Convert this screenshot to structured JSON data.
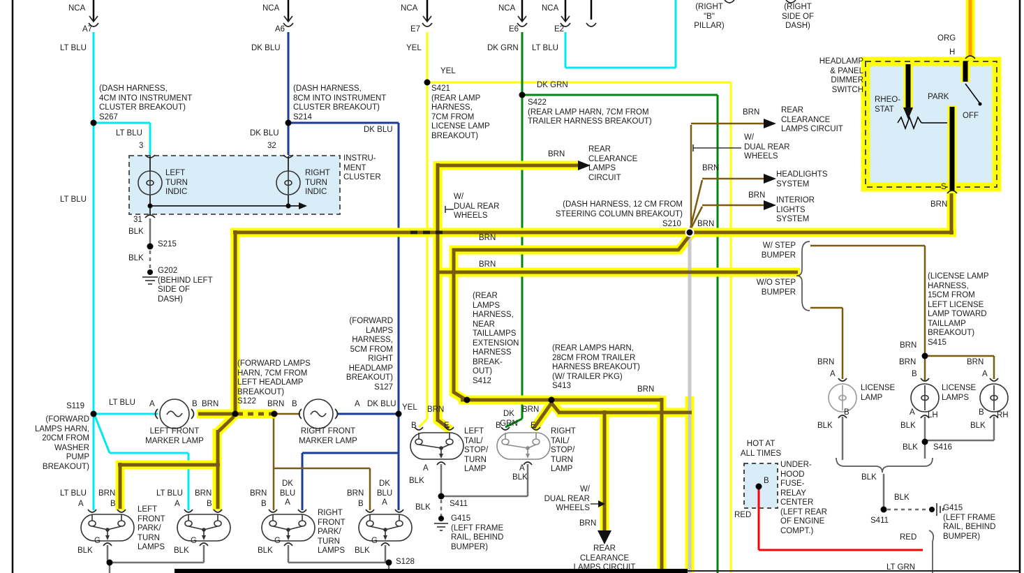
{
  "colors": {
    "highlight": "#ffff00",
    "wire_brown": "#7a5c10",
    "wire_lt_blue": "#00e8f0",
    "wire_dk_blue": "#1d3c96",
    "wire_yellow": "#ffff00",
    "wire_dk_green": "#008511",
    "wire_orange": "#ff9d00",
    "wire_red": "#ff0000",
    "wire_gray": "#707070",
    "component_fill": "#d9edf9"
  },
  "labels": {
    "nca_a7": "NCA",
    "pin_a7": "A7",
    "ltblu_a7": "LT BLU",
    "s267_note": "(DASH HARNESS,\n4CM INTO INSTRUMENT\nCLUSTER BREAKOUT)\nS267",
    "ltblu_3": "LT BLU",
    "pin_3": "3",
    "nca_a6": "NCA",
    "pin_a6": "A6",
    "dkblu_a6": "DK BLU",
    "s214_note": "(DASH HARNESS,\n8CM INTO INSTRUMENT\nCLUSTER BREAKOUT)\nS214",
    "dkblu_32": "DK BLU",
    "pin_32": "32",
    "dkblu_cluster": "DK BLU",
    "instrument_cluster": "INSTRU-\nMENT\nCLUSTER",
    "left_turn_indic": "LEFT\nTURN\nINDIC",
    "right_turn_indic": "RIGHT\nTURN\nINDIC",
    "pin_31": "31",
    "blk_31": "BLK",
    "s215": "S215",
    "blk_215": "BLK",
    "g202_note": "G202\n(BEHIND LEFT\nSIDE OF\nDASH)",
    "ltblu_trunk": "LT BLU",
    "nca_e7": "NCA",
    "pin_e7": "E7",
    "yel_e7": "YEL",
    "yel_s421": "YEL",
    "s421_note": "S421\n(REAR LAMP\nHARNESS,\n7CM FROM\nLICENSE LAMP\nBREAKOUT)",
    "nca_e6": "NCA",
    "pin_e6": "E6",
    "dkgrn_e6": "DK GRN",
    "dkgrn_s422": "DK GRN",
    "s422_note": "S422\n(REAR LAMP HARN, 7CM FROM\nTRAILER HARNESS BREAKOUT)",
    "nca_e2": "NCA",
    "pin_e2": "E2",
    "ltblu_e2": "LT BLU",
    "right_b_pillar": "(RIGHT\n\"B\"\nPILLAR)",
    "right_side_dash": "(RIGHT\nSIDE OF\nDASH)",
    "org": "ORG",
    "h_term": "H",
    "dimmer_switch": "HEADLAMP\n& PANEL\nDIMMER\nSWITCH",
    "rheostat": "RHEO-\nSTAT",
    "park": "PARK",
    "off": "OFF",
    "s_term": "S",
    "brn_s": "BRN",
    "rear_clear1": "REAR\nCLEARANCE\nLAMPS\nCIRCUIT",
    "brn_rc1": "BRN",
    "rear_clear2": "REAR\nCLEARANCE\nLAMPS CIRCUIT",
    "brn_rc2": "BRN",
    "w_dual2": "W/\nDUAL REAR\nWHEELS",
    "brn_head": "BRN",
    "headlights_sys": "HEADLIGHTS\nSYSTEM",
    "brn_int": "BRN",
    "interior_sys": "INTERIOR\nLIGHTS\nSYSTEM",
    "dash12_note": "(DASH HARNESS, 12 CM FROM\nSTEERING COLUMN BREAKOUT)",
    "s210": "S210",
    "brn_s210": "BRN",
    "w_dual1": "W/\nDUAL REAR\nWHEELS",
    "brn_b1": "BRN",
    "brn_b2": "BRN",
    "w_step": "W/ STEP\nBUMPER",
    "wo_step": "W/O STEP\nBUMPER",
    "lic_note": "(LICENSE LAMP\nHARNESS,\n15CM FROM\nLEFT LICENSE\nLAMP TOWARD\nTAILLAMP\nBREAKOUT)\nS415",
    "brn_s415": "BRN",
    "brn_lic1": "BRN",
    "a_lic1": "A",
    "license_lamp": "LICENSE\nLAMP",
    "b_lic1": "B",
    "blk_lic1": "BLK",
    "brn_lic2": "BRN",
    "b_lic2": "B",
    "license_lamps": "LICENSE\nLAMPS",
    "a_lic2": "A",
    "lh": "LH",
    "blk_lic2": "BLK",
    "brn_lic3": "BRN",
    "a_lic3": "A",
    "b_lic3": "B",
    "rh": "RH",
    "blk_lic3": "BLK",
    "s416": "S416",
    "blk_s416": "BLK",
    "blk_brace": "BLK",
    "blk_s411b": "BLK",
    "s411b": "S411",
    "g415b_note": "G415\n(LEFT FRAME\nRAIL, BEHIND\nBUMPER)",
    "hot_at": "HOT AT\nALL TIMES",
    "b_fuse": "B",
    "fuse_note": "UNDER-\nHOOD\nFUSE-\nRELAY\nCENTER\n(LEFT REAR\nOF ENGINE\nCOMPT.)",
    "red1": "RED",
    "red2": "RED",
    "ltgrn": "LT GRN",
    "s119": "S119",
    "s119_note": "(FORWARD\nLAMPS HARN,\n20CM FROM\nWASHER\nPUMP\nBREAKOUT)",
    "ltblu_m1": "LT BLU",
    "a_m1": "A",
    "b_m1": "B",
    "brn_m1": "BRN",
    "lf_marker": "LEFT FRONT\nMARKER LAMP",
    "s122_note": "(FORWARD LAMPS\nHARN, 7CM FROM\nLEFT HEADLAMP\nBREAKOUT)\nS122",
    "brn_m2": "BRN",
    "b_m2": "B",
    "a_m2": "A",
    "dkblu_m2": "DK BLU",
    "rf_marker": "RIGHT FRONT\nMARKER LAMP",
    "s127_note": "(FORWARD\nLAMPS\nHARNESS,\n5CM FROM\nRIGHT\nHEADLAMP\nBREAKOUT)\nS127",
    "yel_tail": "YEL",
    "ltblu_p1": "LT BLU",
    "a_p1": "A",
    "brn_p1": "BRN",
    "b_p1": "B",
    "ltblu_p2": "LT BLU",
    "a_p2": "A",
    "brn_p2": "BRN",
    "b_p2": "B",
    "lf_park": "LEFT\nFRONT\nPARK/\nTURN\nLAMPS",
    "brn_p3": "BRN",
    "b_p3": "B",
    "dkblu_p3": "DK\nBLU\nA",
    "brn_p4": "BRN",
    "b_p4": "B",
    "dkblu_p4": "DK\nBLU\nA",
    "rf_park": "RIGHT\nFRONT\nPARK/\nTURN\nLAMPS",
    "g_p1": "G",
    "blk_p1": "BLK",
    "g_p2": "G",
    "blk_p2": "BLK",
    "g_p3": "G",
    "blk_p3": "BLK",
    "g_p4": "G",
    "blk_p4": "BLK",
    "s128": "S128",
    "s412_note": "(REAR\nLAMPS\nHARNESS,\nNEAR\nTAILLAMPS\nEXTENSION\nHARNESS\nBREAK-\nOUT)\nS412",
    "s413_note": "(REAR LAMPS HARN,\n28CM FROM TRAILER\nHARNESS BREAKOUT)\n(W/ TRAILER PKG)\nS413",
    "brn_t1": "BRN",
    "brn_t2": "BRN",
    "dkgrn_t2": "DK\nGRN",
    "b_t1": "B",
    "e_t1": "E",
    "b_t2": "B",
    "e_t2": "E",
    "l_tail": "LEFT\nTAIL/\nSTOP/\nTURN\nLAMP",
    "r_tail": "RIGHT\nTAIL/\nSTOP/\nTURN\nLAMP",
    "brn_t3": "BRN",
    "a_t1": "A",
    "blk_t1": "BLK",
    "a_t2": "A",
    "blk_t2": "BLK",
    "blk_s411a": "BLK",
    "s411a": "S411",
    "g415a_note": "G415\n(LEFT FRAME\nRAIL, BEHIND\nBUMPER)",
    "w_dual3": "W/\nDUAL REAR\nWHEELS",
    "brn_rc3": "BRN",
    "rear_clear3": "REAR\nCLEARANCE\nLAMPS CIRCUIT"
  }
}
